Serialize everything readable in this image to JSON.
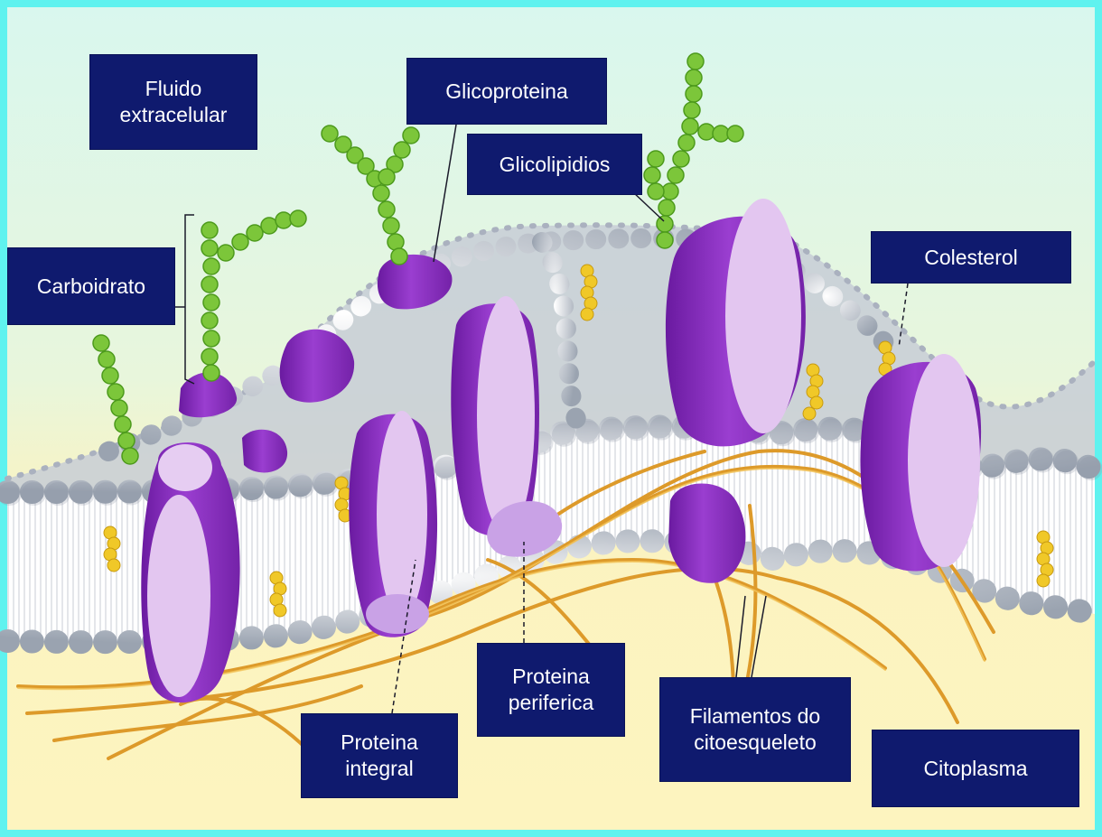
{
  "labels": {
    "fluido": "Fluido\nextracelular",
    "glicoproteina": "Glicoproteina",
    "glicolipidios": "Glicolipidios",
    "carboidrato": "Carboidrato",
    "colesterol": "Colesterol",
    "proteina_periferica": "Proteina\nperiferica",
    "proteina_integral": "Proteina\nintegral",
    "filamentos": "Filamentos do\ncitoesqueleto",
    "citoplasma": "Citoplasma"
  },
  "colors": {
    "border": "#5ff2ef",
    "extracellular": "#d6f6ea",
    "cytoplasm": "#fbf3b8",
    "label_bg": "#0f1a6e",
    "protein": "#8a2bb8",
    "protein_light": "#e3c6f0",
    "sugar": "#7cc63a",
    "phospholipid_head": "#c9cfd8",
    "cholesterol": "#f0c828",
    "filament": "#e0a030"
  }
}
